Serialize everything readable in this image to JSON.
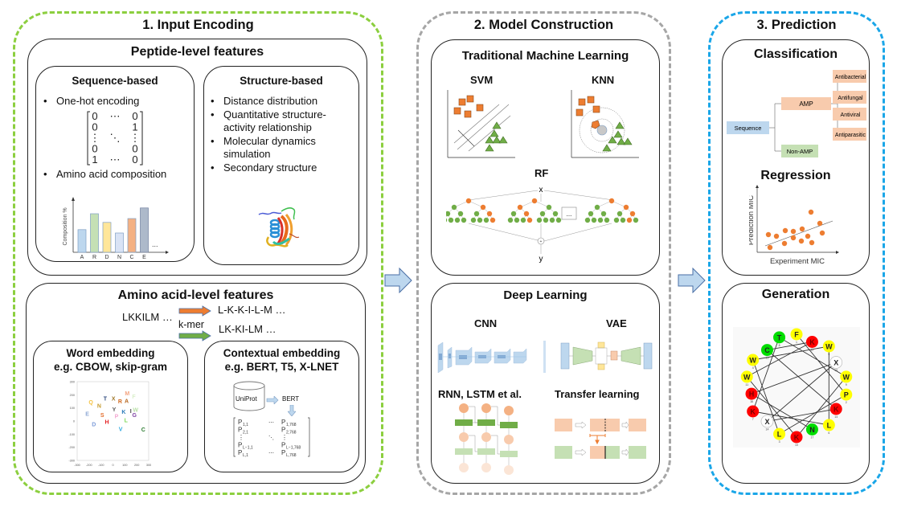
{
  "colors": {
    "stage1_border": "#8ccf3f",
    "stage2_border": "#a6a6a6",
    "stage3_border": "#1aa6e8",
    "arrow_fill": "#bdd7ee",
    "arrow_stroke": "#4a6fa5",
    "orange": "#ed7d31",
    "green": "#70ad47",
    "peach": "#f8cbad",
    "light_green": "#c5e0b4",
    "light_blue": "#bdd7ee"
  },
  "stage1": {
    "title": "1. Input Encoding",
    "peptide": {
      "title": "Peptide-level features",
      "sequence": {
        "title": "Sequence-based",
        "bullets": [
          "One-hot encoding",
          "Amino acid composition"
        ],
        "matrix": [
          [
            "0",
            "⋯",
            "0"
          ],
          [
            "0",
            "",
            "1"
          ],
          [
            "⋮",
            "⋱",
            "⋮"
          ],
          [
            "0",
            "",
            "0"
          ],
          [
            "1",
            "⋯",
            "0"
          ]
        ],
        "composition_chart": {
          "ylabel": "Composition %",
          "categories": [
            "A",
            "R",
            "D",
            "N",
            "C",
            "E"
          ],
          "values": [
            0.47,
            0.8,
            0.62,
            0.4,
            0.7,
            0.92
          ],
          "ellipsis": "..."
        }
      },
      "structure": {
        "title": "Structure-based",
        "bullets": [
          "Distance distribution",
          "Quantitative structure-activity relationship",
          "Molecular dynamics simulation",
          "Secondary structure"
        ],
        "protein_image": "protein-ribbon-structure"
      }
    },
    "amino": {
      "title": "Amino acid-level features",
      "sequence": "LKKILM …",
      "single": "L-K-K-I-L-M …",
      "kmer_label": "k-mer",
      "kmer": "LK-KI-LM …",
      "word": {
        "title_line1": "Word embedding",
        "title_line2": "e.g. CBOW, skip-gram",
        "plot": {
          "xticks": [
            "-300",
            "-200",
            "-100",
            "0",
            "100",
            "200",
            "300"
          ],
          "yticks": [
            "300",
            "200",
            "100",
            "0",
            "-100",
            "-200",
            "-300"
          ],
          "points": [
            {
              "l": "M",
              "x": 120,
              "y": 195,
              "c": "#f4a582"
            },
            {
              "l": "F",
              "x": 175,
              "y": 170,
              "c": "#d9efc9"
            },
            {
              "l": "T",
              "x": -65,
              "y": 155,
              "c": "#2e4a7d"
            },
            {
              "l": "X",
              "x": 5,
              "y": 155,
              "c": "#a0782a"
            },
            {
              "l": "R",
              "x": 60,
              "y": 135,
              "c": "#d2691e"
            },
            {
              "l": "A",
              "x": 115,
              "y": 138,
              "c": "#b5651d"
            },
            {
              "l": "Q",
              "x": -185,
              "y": 130,
              "c": "#f5c242"
            },
            {
              "l": "N",
              "x": -115,
              "y": 100,
              "c": "#c49a2c"
            },
            {
              "l": "Y",
              "x": 10,
              "y": 75,
              "c": "#555555"
            },
            {
              "l": "K",
              "x": 90,
              "y": 55,
              "c": "#2a7ab8"
            },
            {
              "l": "I",
              "x": 150,
              "y": 60,
              "c": "#444444"
            },
            {
              "l": "W",
              "x": 190,
              "y": 70,
              "c": "#b7dfa5"
            },
            {
              "l": "G",
              "x": 180,
              "y": 30,
              "c": "#7b3fa0"
            },
            {
              "l": "E",
              "x": -215,
              "y": 40,
              "c": "#8fa9d6"
            },
            {
              "l": "S",
              "x": -90,
              "y": 30,
              "c": "#e36c2b"
            },
            {
              "l": "P",
              "x": 30,
              "y": 20,
              "c": "#f3a6d0"
            },
            {
              "l": "L",
              "x": 110,
              "y": -10,
              "c": "#7ed957"
            },
            {
              "l": "H",
              "x": -50,
              "y": -20,
              "c": "#e31a1c"
            },
            {
              "l": "D",
              "x": -160,
              "y": -40,
              "c": "#7b9bd8"
            },
            {
              "l": "V",
              "x": 65,
              "y": -75,
              "c": "#2aa7e0"
            },
            {
              "l": "C",
              "x": 255,
              "y": -80,
              "c": "#2e7d32"
            }
          ]
        }
      },
      "contextual": {
        "title_line1": "Contextual embedding",
        "title_line2": "e.g. BERT, T5, X-LNET",
        "db_label": "UniProt",
        "model_label": "BERT",
        "matrix": {
          "r1": [
            "P",
            "1,1",
            "⋯",
            "P",
            "1,768"
          ],
          "r2": [
            "P",
            "2,1",
            "",
            "P",
            "2,768"
          ],
          "r3": [
            "⋮",
            "",
            "⋱",
            "⋮",
            ""
          ],
          "r4": [
            "P",
            "L−1,1",
            "",
            "P",
            "L−1,768"
          ],
          "r5": [
            "P",
            "L,1",
            "⋯",
            "P",
            "L,768"
          ]
        }
      }
    }
  },
  "stage2": {
    "title": "2. Model Construction",
    "traditional": {
      "title": "Traditional Machine Learning",
      "svm_label": "SVM",
      "knn_label": "KNN",
      "rf_label": "RF",
      "rf_input": "x",
      "rf_output": "y",
      "rf_ellipsis": "..."
    },
    "deep": {
      "title": "Deep Learning",
      "cnn_label": "CNN",
      "vae_label": "VAE",
      "rnn_label": "RNN, LSTM et al.",
      "transfer_label": "Transfer learning"
    }
  },
  "stage3": {
    "title": "3. Prediction",
    "classification": {
      "title": "Classification",
      "root": "Sequence",
      "amp": "AMP",
      "non_amp": "Non-AMP",
      "classes": [
        "Antibacterial",
        "Antifungal",
        "Antiviral",
        "Antiparasitic"
      ]
    },
    "regression": {
      "title": "Regression",
      "xlabel": "Experiment MIC",
      "ylabel": "Prediction MIC"
    },
    "generation": {
      "title": "Generation",
      "helical_wheel": [
        {
          "aa": "F",
          "n": "1",
          "color": "#ffff00",
          "angle": 0
        },
        {
          "aa": "P",
          "n": "2",
          "color": "#ffff00",
          "angle": 100
        },
        {
          "aa": "L",
          "n": "3",
          "color": "#ffff00",
          "angle": 200
        },
        {
          "aa": "W",
          "n": "4",
          "color": "#ffff00",
          "angle": 300
        },
        {
          "aa": "W",
          "n": "5",
          "color": "#ffff00",
          "angle": 40
        },
        {
          "aa": "L",
          "n": "6",
          "color": "#ffff00",
          "angle": 140
        },
        {
          "aa": "K",
          "n": "7",
          "color": "#ff0000",
          "angle": 240
        },
        {
          "aa": "T",
          "n": "8",
          "color": "#00dd00",
          "angle": 340
        },
        {
          "aa": "W",
          "n": "9",
          "color": "#ffff00",
          "angle": 80
        },
        {
          "aa": "K",
          "n": "10",
          "color": "#ff0000",
          "angle": 180
        },
        {
          "aa": "W",
          "n": "11",
          "color": "#ffff00",
          "angle": 280
        },
        {
          "aa": "K",
          "n": "12",
          "color": "#ff0000",
          "angle": 20
        },
        {
          "aa": "C",
          "n": "13",
          "color": "#00dd00",
          "angle": 320
        },
        {
          "aa": "K",
          "n": "14",
          "color": "#ff0000",
          "angle": 120
        },
        {
          "aa": "X",
          "n": "14",
          "color": "#ffffff",
          "angle": 220
        },
        {
          "aa": "X",
          "n": "15",
          "color": "#ffffff",
          "angle": 60
        },
        {
          "aa": "H",
          "n": "16",
          "color": "#ff0000",
          "angle": 260
        },
        {
          "aa": "N",
          "n": "17",
          "color": "#00dd00",
          "angle": 160
        }
      ]
    }
  }
}
